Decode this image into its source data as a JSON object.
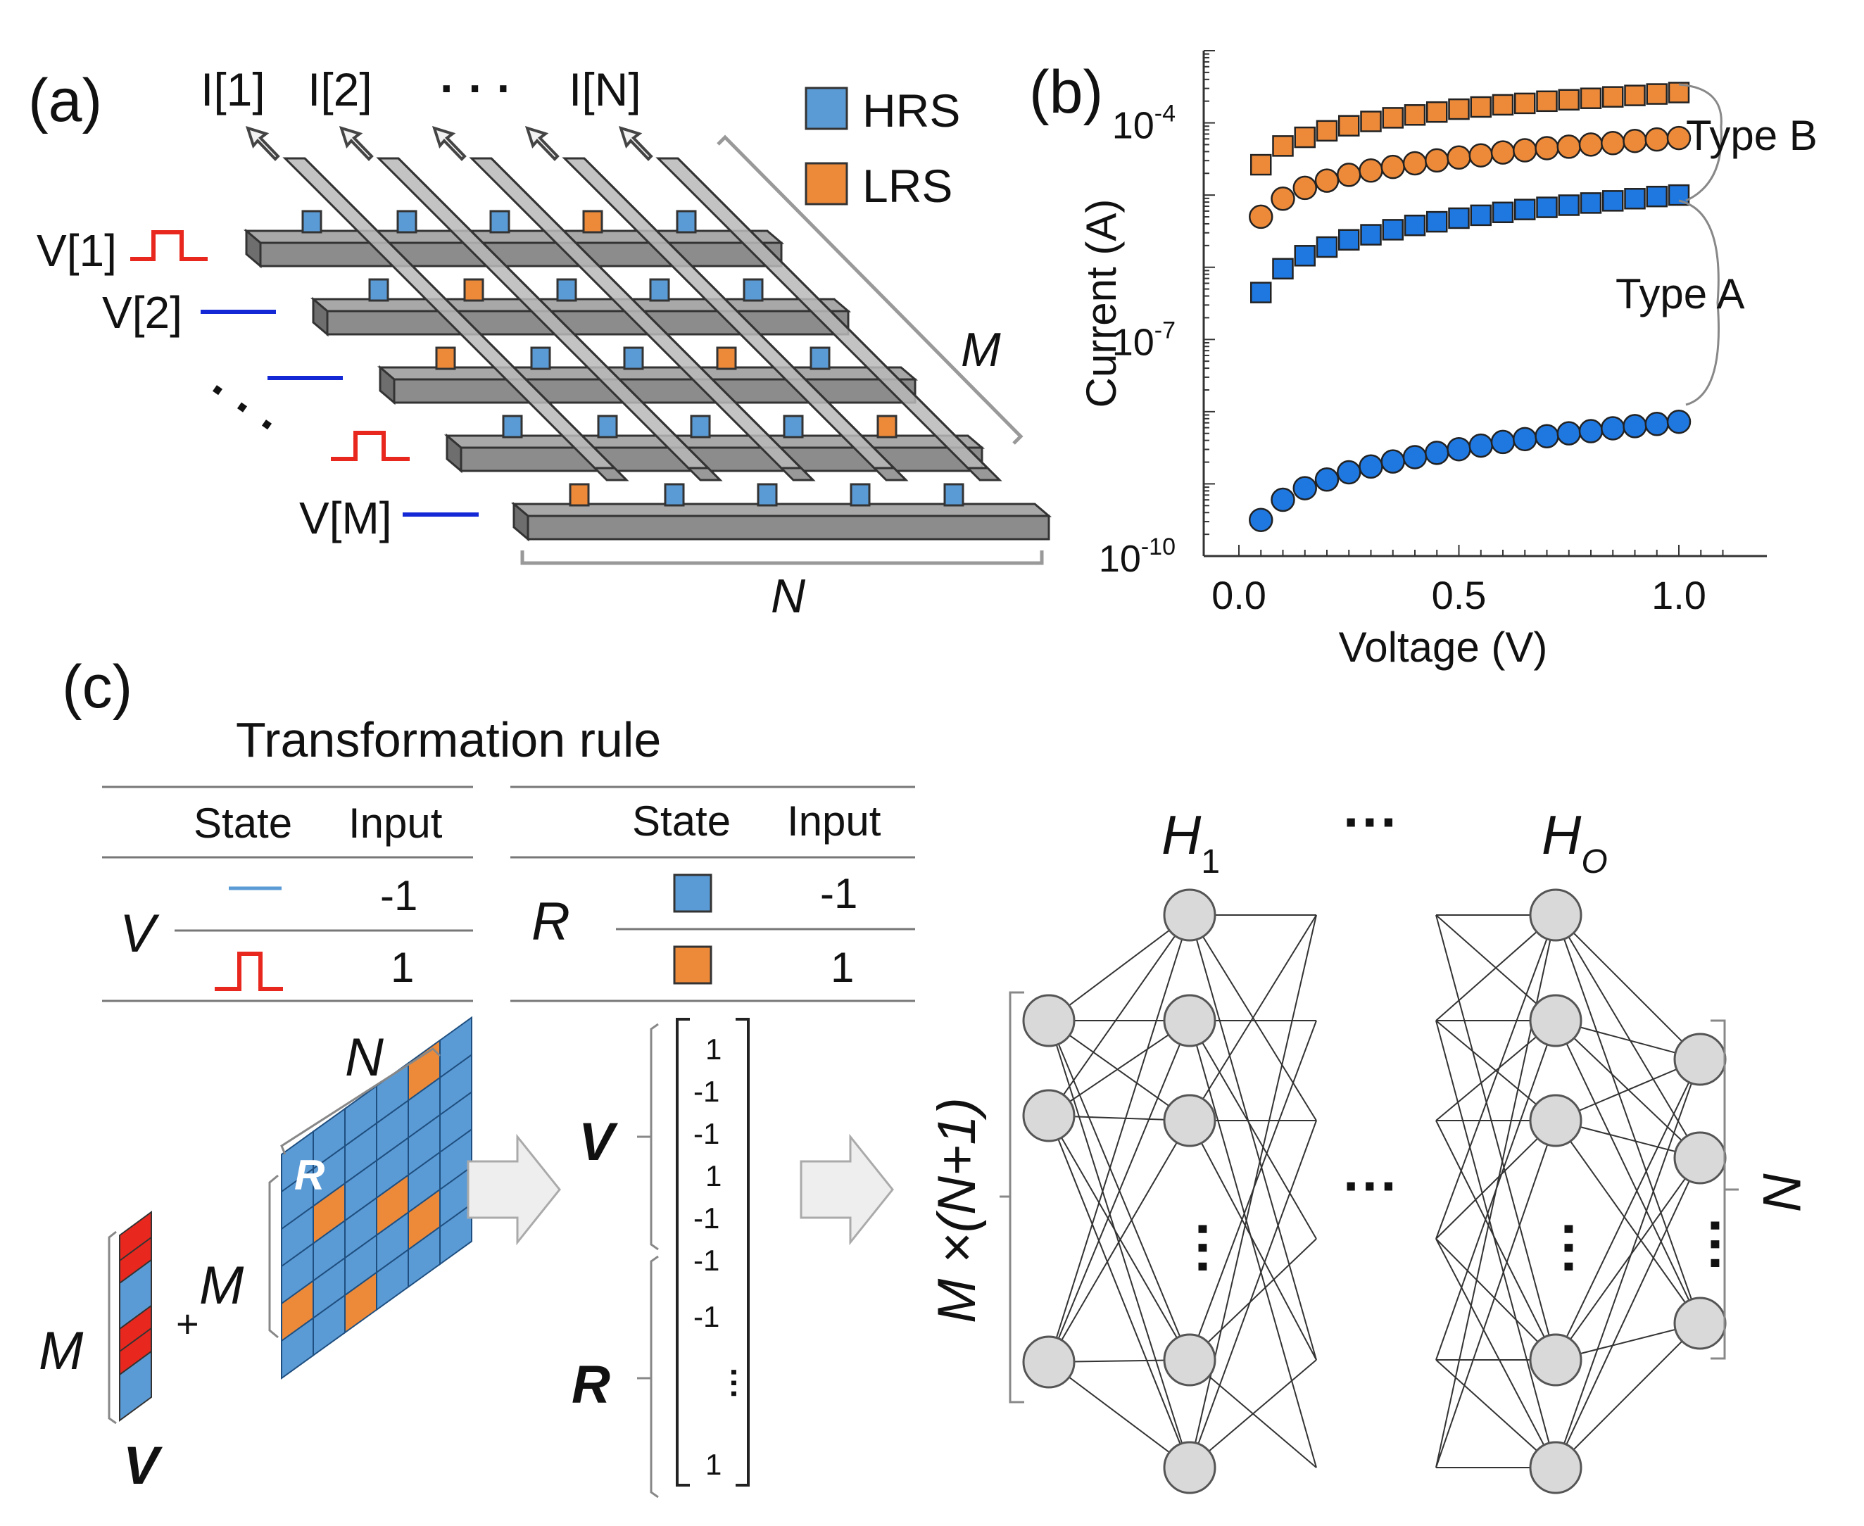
{
  "panel_a": {
    "label": "(a)",
    "col_outputs": [
      "I[1]",
      "I[2]",
      "I[N]"
    ],
    "col_ellipsis": "· · ·",
    "row_inputs": [
      "V[1]",
      "V[2]",
      "V[M]"
    ],
    "row_ellipsis": "· · ·",
    "dim_m": "M",
    "dim_n": "N",
    "legend": [
      {
        "label": "HRS",
        "color": "#5b9bd5"
      },
      {
        "label": "LRS",
        "color": "#ed8a3a"
      }
    ],
    "pulse_color": "#e8281e",
    "line_color": "#1428d6",
    "bar_color": "#8c8c8c"
  },
  "panel_b": {
    "label": "(b)",
    "type_a": "Type A",
    "type_b": "Type B"
  },
  "chart_data": {
    "type": "scatter",
    "xlabel": "Voltage (V)",
    "ylabel": "Current (A)",
    "xlim": [
      -0.08,
      1.2
    ],
    "ylim_log10": [
      -10,
      -3
    ],
    "yscale": "log",
    "xticks": [
      {
        "v": 0.0,
        "label": "0.0"
      },
      {
        "v": 0.5,
        "label": "0.5"
      },
      {
        "v": 1.0,
        "label": "1.0"
      }
    ],
    "yticks": [
      {
        "exp": -4,
        "base": "10",
        "sup": "-4"
      },
      {
        "exp": -7,
        "base": "10",
        "sup": "-7"
      },
      {
        "exp": -10,
        "base": "10",
        "sup": "-10"
      }
    ],
    "x": [
      0.05,
      0.1,
      0.15,
      0.2,
      0.25,
      0.3,
      0.35,
      0.4,
      0.45,
      0.5,
      0.55,
      0.6,
      0.65,
      0.7,
      0.75,
      0.8,
      0.85,
      0.9,
      0.95,
      1.0
    ],
    "series": [
      {
        "marker": "square",
        "color": "#ed8a3a",
        "log10_y": [
          -4.58,
          -4.32,
          -4.2,
          -4.11,
          -4.04,
          -3.98,
          -3.93,
          -3.89,
          -3.85,
          -3.81,
          -3.78,
          -3.75,
          -3.73,
          -3.7,
          -3.68,
          -3.66,
          -3.64,
          -3.62,
          -3.6,
          -3.58
        ]
      },
      {
        "marker": "circle",
        "color": "#ed8a3a",
        "log10_y": [
          -5.3,
          -5.05,
          -4.9,
          -4.8,
          -4.72,
          -4.66,
          -4.61,
          -4.56,
          -4.52,
          -4.48,
          -4.45,
          -4.41,
          -4.38,
          -4.35,
          -4.33,
          -4.3,
          -4.28,
          -4.25,
          -4.23,
          -4.21
        ]
      },
      {
        "marker": "square",
        "color": "#1f77e0",
        "log10_y": [
          -6.35,
          -6.02,
          -5.84,
          -5.72,
          -5.62,
          -5.55,
          -5.48,
          -5.42,
          -5.37,
          -5.32,
          -5.28,
          -5.24,
          -5.2,
          -5.17,
          -5.14,
          -5.11,
          -5.08,
          -5.05,
          -5.02,
          -5.0
        ]
      },
      {
        "marker": "circle",
        "color": "#1f77e0",
        "log10_y": [
          -9.5,
          -9.22,
          -9.06,
          -8.94,
          -8.84,
          -8.76,
          -8.69,
          -8.63,
          -8.57,
          -8.52,
          -8.47,
          -8.42,
          -8.38,
          -8.34,
          -8.3,
          -8.27,
          -8.23,
          -8.2,
          -8.17,
          -8.14
        ]
      }
    ]
  },
  "panel_c": {
    "label": "(c)",
    "title": "Transformation rule",
    "table_v": {
      "var": "V",
      "hdr_state": "State",
      "hdr_input": "Input",
      "rows": [
        {
          "input": "-1"
        },
        {
          "input": "1"
        }
      ]
    },
    "table_r": {
      "var": "R",
      "hdr_state": "State",
      "hdr_input": "Input",
      "rows": [
        {
          "input": "-1",
          "color": "#5b9bd5"
        },
        {
          "input": "1",
          "color": "#ed8a3a"
        }
      ]
    },
    "v_label": "V",
    "r_label": "R",
    "m_label": "M",
    "n_label": "N",
    "plus": "+",
    "vector_values": [
      "1",
      "-1",
      "-1",
      "1",
      "-1",
      "-1",
      "-1",
      "1"
    ],
    "vector_dots": "···",
    "vec_v_label": "V",
    "vec_r_label": "R",
    "nn_input_label": "M ×(N+1)",
    "nn_output_label": "N",
    "h1": "H",
    "h1_sub": "1",
    "ho": "H",
    "ho_sub": "O",
    "hidden_ellipsis": "···"
  }
}
